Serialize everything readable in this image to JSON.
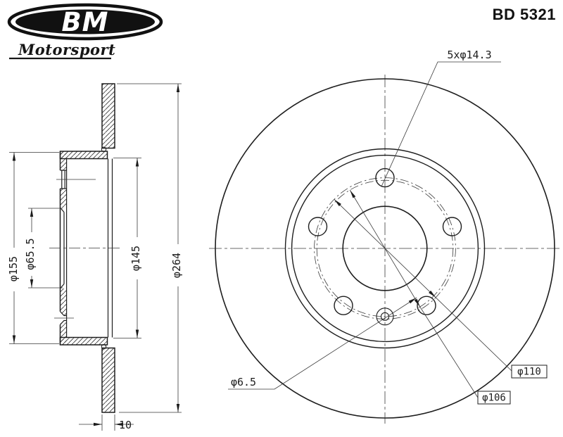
{
  "header": {
    "logo_text": "BM",
    "logo_subtext": "Motorsport",
    "part_number": "BD 5321"
  },
  "drawing": {
    "kind": "brake-disc-technical-drawing",
    "section_view": {
      "hat_outer_dia": "φ155",
      "center_bore_dia": "φ65.5",
      "inner_step_dia": "φ145",
      "outer_dia": "φ264",
      "disc_thickness": "10"
    },
    "front_view": {
      "bolt_holes": "5xφ14.3",
      "set_screw_hole": "φ6.5",
      "bolt_circle_dia": "φ110",
      "screw_circle_dia": "φ106"
    }
  }
}
